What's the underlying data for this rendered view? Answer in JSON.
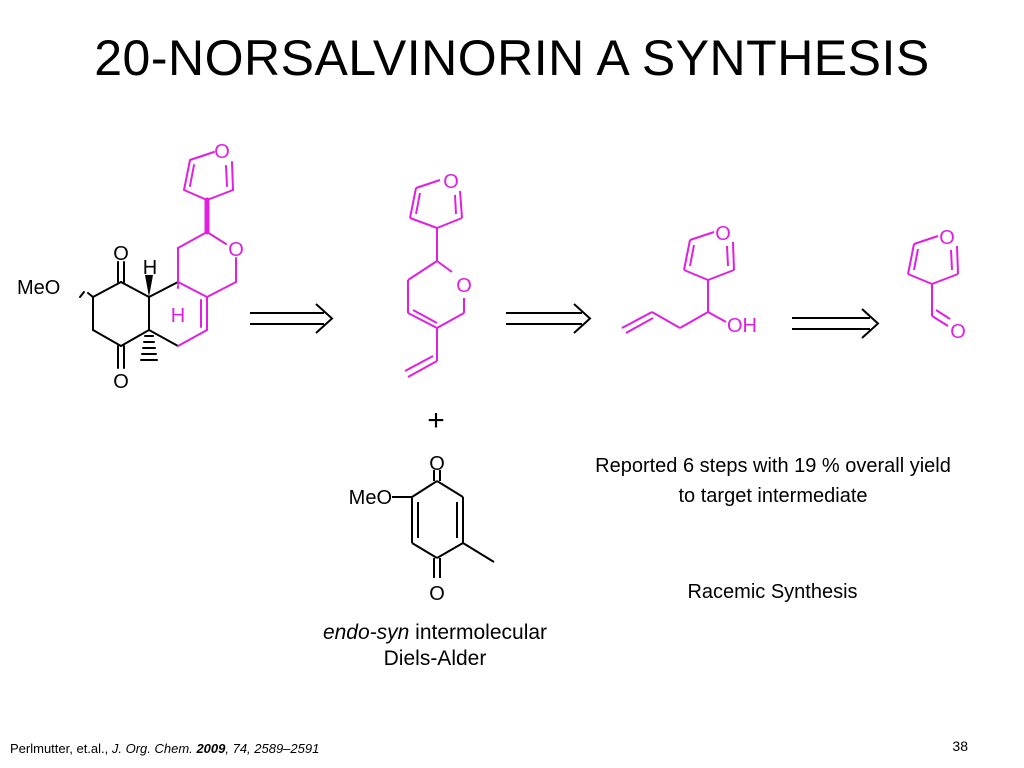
{
  "slide": {
    "title": "20-NORSALVINORIN A SYNTHESIS",
    "page_number": "38"
  },
  "scheme": {
    "colors": {
      "highlight": "#e020e0",
      "ink": "#000000"
    },
    "atom_labels": {
      "meo": "MeO",
      "o": "O",
      "h": "H",
      "oh": "OH"
    },
    "plus_sign": "+"
  },
  "notes": {
    "reported": "Reported 6 steps with 19 % overall yield to target intermediate",
    "racemic": "Racemic Synthesis"
  },
  "diels_alder": {
    "italic": "endo-syn",
    "rest": " intermolecular",
    "line2": "Diels-Alder"
  },
  "citation": {
    "authors": "Perlmutter, et.al.,",
    "journal": "J. Org. Chem.",
    "year": "2009",
    "volume_pages": ", 74, 2589–2591"
  }
}
